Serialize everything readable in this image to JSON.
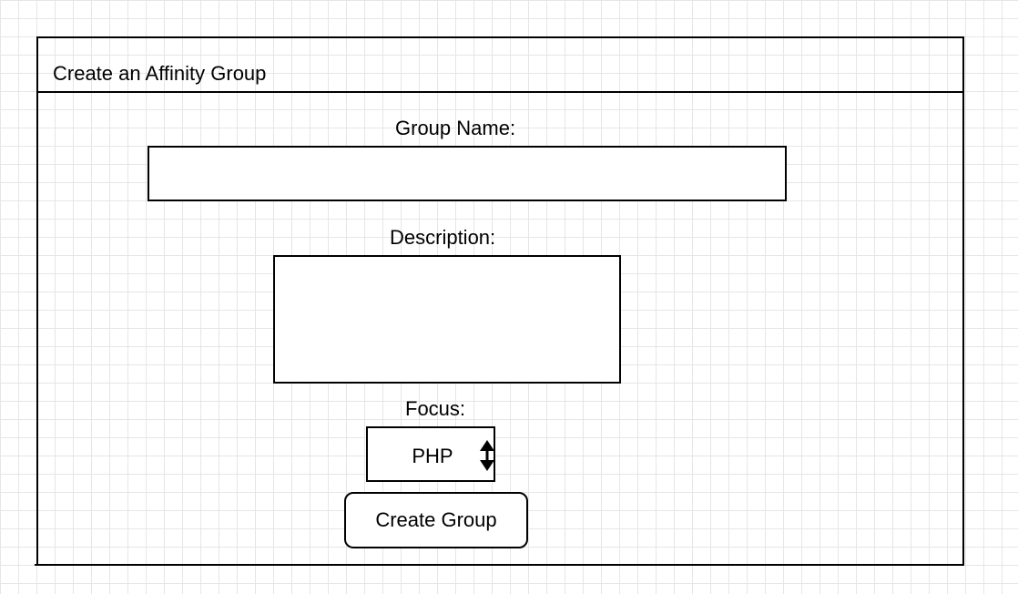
{
  "window": {
    "title": "Create an Affinity Group"
  },
  "form": {
    "group_name": {
      "label": "Group Name:",
      "value": ""
    },
    "description": {
      "label": "Description:",
      "value": ""
    },
    "focus": {
      "label": "Focus:",
      "selected": "PHP",
      "icon": "up-down-arrows-icon"
    },
    "submit_label": "Create Group"
  },
  "colors": {
    "background": "#ffffff",
    "grid": "#e6e6e6",
    "stroke": "#000000"
  }
}
